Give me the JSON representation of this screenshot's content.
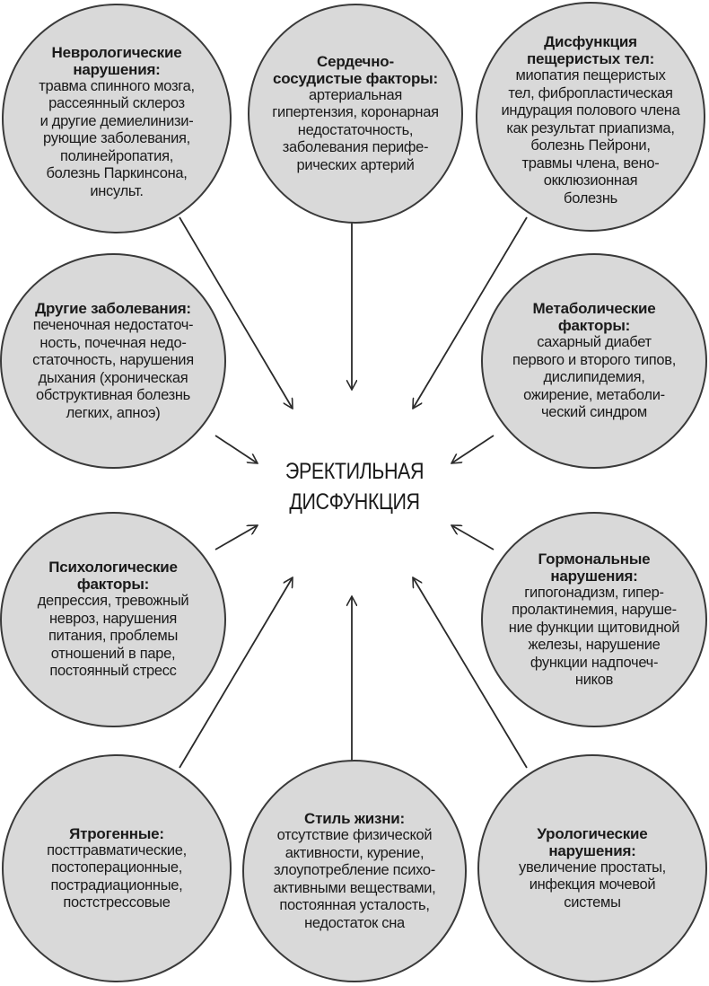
{
  "center": {
    "label": "ЭРЕКТИЛЬНАЯ\nДИСФУНКЦИЯ"
  },
  "factors": [
    {
      "id": "neuro",
      "title": "Неврологические\nнарушения:",
      "body": "травма спинного мозга,\nрассеянный склероз\nи другие демиелинизи-\nрующие заболевания,\nполинейропатия,\nболезнь Паркинсона,\nинсульт."
    },
    {
      "id": "cardio",
      "title": "Сердечно-\nсосудистые факторы:",
      "body": "артериальная\nгипертензия, коронарная\nнедостаточность,\nзаболевания перифе-\nрических артерий"
    },
    {
      "id": "cavernous",
      "title": "Дисфункция\nпещеристых тел:",
      "body": "миопатия пещеристых\nтел, фибропластическая\nиндурация полового члена\nкак результат приапизма,\nболезнь Пейрони,\nтравмы члена, вено-\nокклюзионная\nболезнь"
    },
    {
      "id": "other",
      "title": "Другие заболевания:",
      "body": "печеночная недостаточ-\nность, почечная недо-\nстаточность, нарушения\nдыхания (хроническая\nобструктивная болезнь\nлегких, апноэ)"
    },
    {
      "id": "metabolic",
      "title": "Метаболические\nфакторы:",
      "body": "сахарный диабет\nпервого и второго типов,\nдислипидемия,\nожирение, метаболи-\nческий синдром"
    },
    {
      "id": "psycho",
      "title": "Психологические\nфакторы:",
      "body": "депрессия, тревожный\nневроз, нарушения\nпитания, проблемы\nотношений в паре,\nпостоянный стресс"
    },
    {
      "id": "hormonal",
      "title": "Гормональные\nнарушения:",
      "body": "гипогонадизм, гипер-\nпролактинемия, наруше-\nние функции щитовидной\nжелезы, нарушение\nфункции надпочеч-\nников"
    },
    {
      "id": "iatrogenic",
      "title": "Ятрогенные:",
      "body": "посттравматические,\nпостоперационные,\nпострадиационные,\nпостстрессовые"
    },
    {
      "id": "lifestyle",
      "title": "Стиль жизни:",
      "body": "отсутствие физической\nактивности, курение,\nзлоупотребление психо-\nактивными веществами,\nпостоянная усталость,\nнедостаток сна"
    },
    {
      "id": "urologic",
      "title": "Урологические\nнарушения:",
      "body": "увеличение простаты,\nинфекция мочевой\nсистемы"
    }
  ],
  "colors": {
    "node_fill": "#d9d9d9",
    "node_border": "#3a3a3a",
    "arrow": "#2a2a2a",
    "text": "#1a1a1a"
  }
}
